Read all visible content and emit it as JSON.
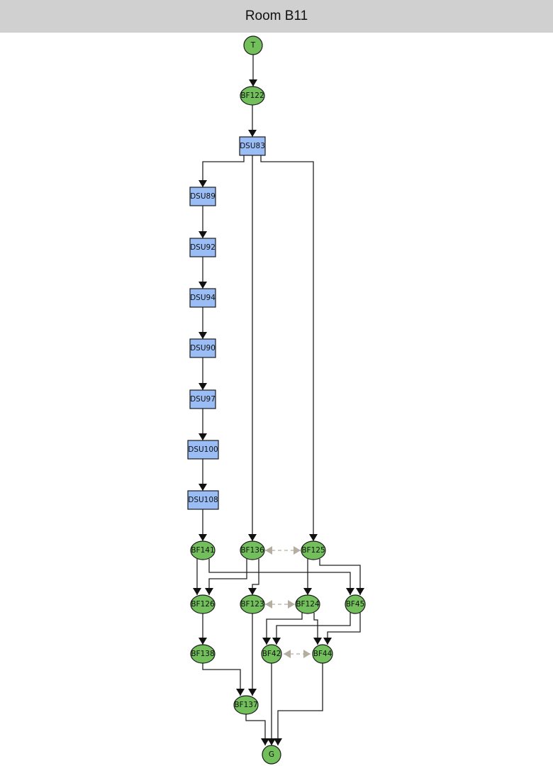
{
  "header": {
    "title": "Room B11"
  },
  "colors": {
    "state_node": "#72bf5c",
    "unit_node": "#99bdf4",
    "edge": "#222222",
    "bidirectional_edge": "#b3ae9f",
    "header_bg": "#d0d0d0"
  },
  "nodes": [
    {
      "id": "T",
      "label": "T",
      "shape": "circle"
    },
    {
      "id": "BF122",
      "label": "BF122",
      "shape": "ellipse"
    },
    {
      "id": "DSU83",
      "label": "DSU83",
      "shape": "rect"
    },
    {
      "id": "DSU89",
      "label": "DSU89",
      "shape": "rect"
    },
    {
      "id": "DSU92",
      "label": "DSU92",
      "shape": "rect"
    },
    {
      "id": "DSU94",
      "label": "DSU94",
      "shape": "rect"
    },
    {
      "id": "DSU90",
      "label": "DSU90",
      "shape": "rect"
    },
    {
      "id": "DSU97",
      "label": "DSU97",
      "shape": "rect"
    },
    {
      "id": "DSU100",
      "label": "DSU100",
      "shape": "rect"
    },
    {
      "id": "DSU108",
      "label": "DSU108",
      "shape": "rect"
    },
    {
      "id": "BF141",
      "label": "BF141",
      "shape": "ellipse"
    },
    {
      "id": "BF136",
      "label": "BF136",
      "shape": "ellipse"
    },
    {
      "id": "BF125",
      "label": "BF125",
      "shape": "ellipse"
    },
    {
      "id": "BF126",
      "label": "BF126",
      "shape": "ellipse"
    },
    {
      "id": "BF123",
      "label": "BF123",
      "shape": "ellipse"
    },
    {
      "id": "BF124",
      "label": "BF124",
      "shape": "ellipse"
    },
    {
      "id": "BF45",
      "label": "BF45",
      "shape": "ellipse"
    },
    {
      "id": "BF138",
      "label": "BF138",
      "shape": "ellipse"
    },
    {
      "id": "BF42",
      "label": "BF42",
      "shape": "ellipse"
    },
    {
      "id": "BF44",
      "label": "BF44",
      "shape": "ellipse"
    },
    {
      "id": "BF137",
      "label": "BF137",
      "shape": "ellipse"
    },
    {
      "id": "G",
      "label": "G",
      "shape": "circle"
    }
  ],
  "edges": [
    [
      "T",
      "BF122"
    ],
    [
      "BF122",
      "DSU83"
    ],
    [
      "DSU83",
      "DSU89"
    ],
    [
      "DSU83",
      "BF136"
    ],
    [
      "DSU83",
      "BF125"
    ],
    [
      "DSU89",
      "DSU92"
    ],
    [
      "DSU92",
      "DSU94"
    ],
    [
      "DSU94",
      "DSU90"
    ],
    [
      "DSU90",
      "DSU97"
    ],
    [
      "DSU97",
      "DSU100"
    ],
    [
      "DSU100",
      "DSU108"
    ],
    [
      "DSU108",
      "BF141"
    ],
    [
      "BF141",
      "BF126"
    ],
    [
      "BF141",
      "BF45"
    ],
    [
      "BF136",
      "BF126"
    ],
    [
      "BF136",
      "BF123"
    ],
    [
      "BF125",
      "BF124"
    ],
    [
      "BF125",
      "BF45"
    ],
    [
      "BF126",
      "BF138"
    ],
    [
      "BF123",
      "BF137"
    ],
    [
      "BF124",
      "BF42"
    ],
    [
      "BF124",
      "BF44"
    ],
    [
      "BF45",
      "BF42"
    ],
    [
      "BF45",
      "BF44"
    ],
    [
      "BF138",
      "BF137"
    ],
    [
      "BF137",
      "G"
    ],
    [
      "BF42",
      "G"
    ],
    [
      "BF44",
      "G"
    ]
  ],
  "bidirectional_edges": [
    [
      "BF136",
      "BF125"
    ],
    [
      "BF123",
      "BF124"
    ],
    [
      "BF42",
      "BF44"
    ]
  ]
}
